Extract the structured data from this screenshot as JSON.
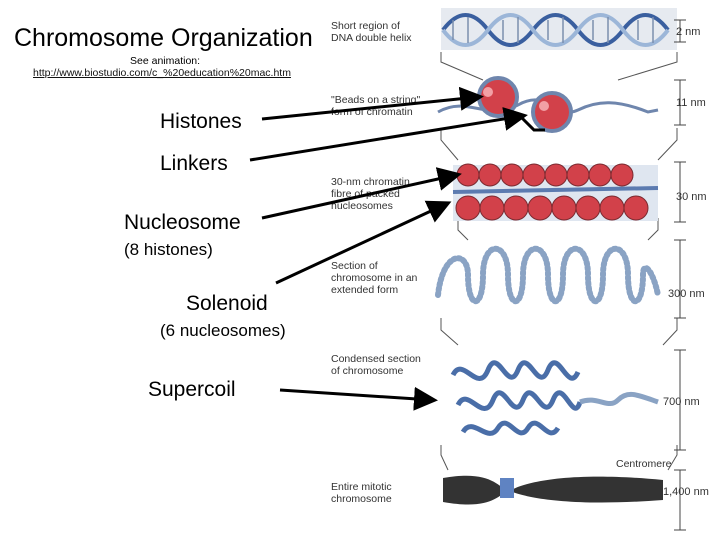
{
  "title": "Chromosome Organization",
  "animation": {
    "see_label": "See animation:",
    "link": "http://www.biostudio.com/c_%20education%20mac.htm"
  },
  "terms": {
    "histones": "Histones",
    "linkers": "Linkers",
    "nucleosome": "Nucleosome",
    "nucleosome_note": "(8 histones)",
    "solenoid": "Solenoid",
    "solenoid_note": "(6 nucleosomes)",
    "supercoil": "Supercoil"
  },
  "figure": {
    "captions": {
      "dna": [
        "Short region of",
        "DNA double helix"
      ],
      "beads": [
        "\"Beads on a string\"",
        "form of chromatin"
      ],
      "fibre": [
        "30-nm chromatin",
        "fibre of packed",
        "nucleosomes"
      ],
      "extended": [
        "Section of",
        "chromosome in an",
        "extended form"
      ],
      "condensed": [
        "Condensed section",
        "of chromosome"
      ],
      "mitotic": [
        "Entire mitotic",
        "chromosome"
      ]
    },
    "scales": [
      "2 nm",
      "11 nm",
      "30 nm",
      "300 nm",
      "700 nm",
      "1,400 nm"
    ],
    "centromere": "Centromere"
  },
  "colors": {
    "dna_blue": "#3a5f9f",
    "dna_light": "#9cb6d8",
    "histone_red": "#d2414a",
    "chromosome_dark": "#333333"
  }
}
